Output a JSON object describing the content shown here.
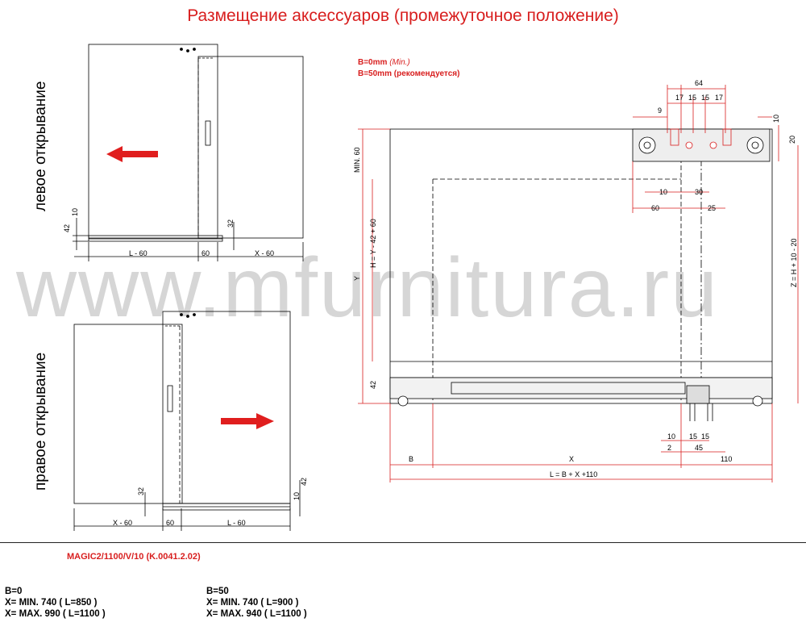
{
  "title": "Размещение аксессуаров (промежуточное положение)",
  "watermark": "www.mfurnitura.ru",
  "side_labels": {
    "left": "левое открывание",
    "right": "правое открывание"
  },
  "notes": {
    "b0_label": "B=0mm",
    "b0_hint": "(Min.)",
    "b50_label": "B=50mm",
    "b50_hint": "(рекомендуется)"
  },
  "model": "MAGIC2/1100/V/10 (K.0041.2.02)",
  "spec_b0": {
    "title": "B=0",
    "min": "X= MIN. 740 ( L=850 )",
    "max": "X= MAX. 990 ( L=1100 )"
  },
  "spec_b50": {
    "title": "B=50",
    "min": "X= MIN. 740 ( L=900 )",
    "max": "X= MAX. 940 ( L=1100 )"
  },
  "dims_top": {
    "l60": "L - 60",
    "d60": "60",
    "x60": "X - 60",
    "v42": "42",
    "v10": "10",
    "v32": "32"
  },
  "dims_bottom": {
    "x60": "X - 60",
    "d60": "60",
    "l60": "L - 60",
    "v32": "32",
    "v42": "42",
    "v10": "10"
  },
  "dims_main": {
    "d64": "64",
    "d17a": "17",
    "d15a": "15",
    "d15b": "15",
    "d17b": "17",
    "d9": "9",
    "d10r": "10",
    "d20": "20",
    "min60": "MIN. 60",
    "d10": "10",
    "d30": "30",
    "d60": "60",
    "d25": "25",
    "y": "Y",
    "h": "H = Y - 42 + 60",
    "z": "Z = H + 10 - 20",
    "v42": "42",
    "b10": "10",
    "b2": "2",
    "b15a": "15",
    "b15b": "15",
    "b45": "45",
    "B": "B",
    "X": "X",
    "d110": "110",
    "L": "L = B + X +110"
  },
  "colors": {
    "accent": "#d81e1e",
    "lines": "#000000",
    "watermark": "#d6d6d6"
  }
}
